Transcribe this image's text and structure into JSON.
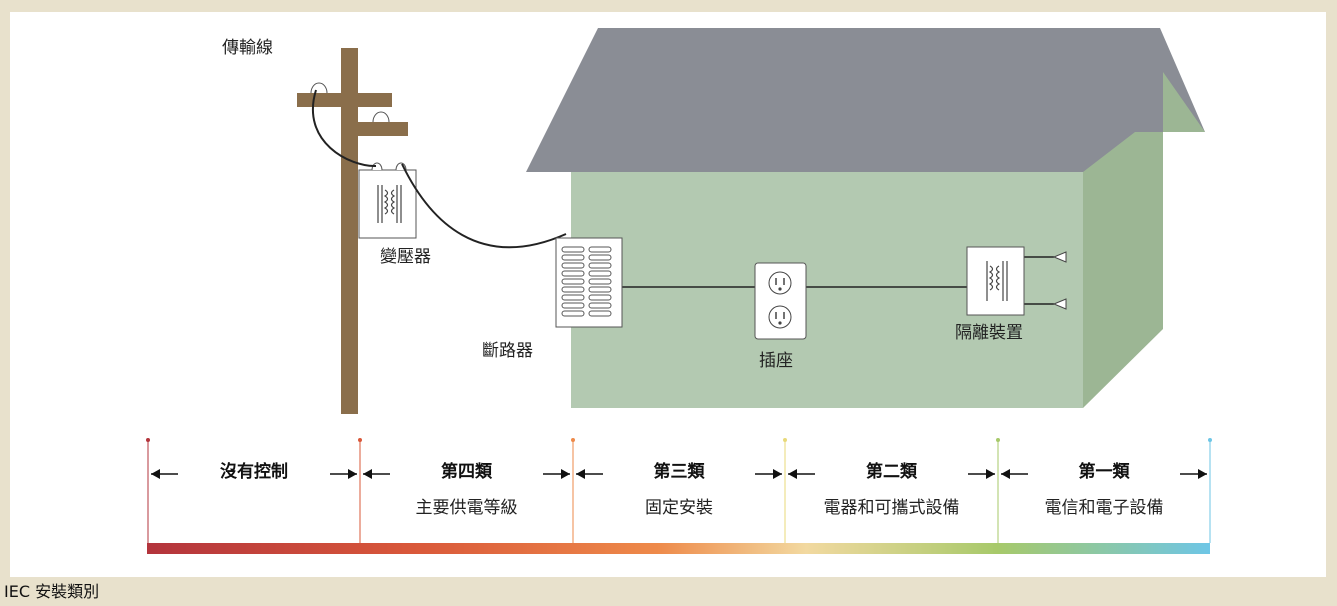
{
  "labels": {
    "transmission_line": "傳輸線",
    "transformer": "變壓器",
    "breaker": "斷路器",
    "outlet": "插座",
    "isolation": "隔離裝置"
  },
  "categories": [
    {
      "title": "沒有控制",
      "subtitle": "",
      "color": "#b3343c"
    },
    {
      "title": "第四類",
      "subtitle": "主要供電等級",
      "color": "#d9583a"
    },
    {
      "title": "第三類",
      "subtitle": "固定安裝",
      "color": "#ee8a4a"
    },
    {
      "title": "第二類",
      "subtitle": "電器和可攜式設備",
      "color": "#e8d97a"
    },
    {
      "title": "第一類",
      "subtitle": "電信和電子設備",
      "color": "#a7c96a"
    }
  ],
  "end_marker_color": "#6ec6e6",
  "caption": "IEC 安裝類別"
}
